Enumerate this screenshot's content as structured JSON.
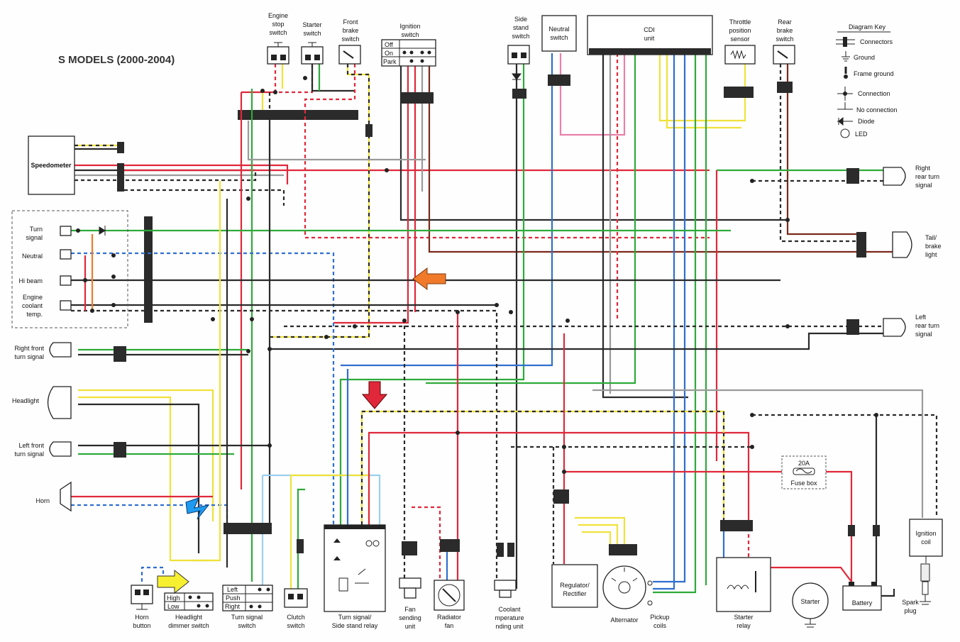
{
  "title": "S MODELS (2000-2004)",
  "components": {
    "speedometer": "Speedometer",
    "turn_signal": "Turn\nsignal",
    "neutral": "Neutral",
    "hi_beam": "Hi beam",
    "engine_coolant": "Engine\ncoolant\ntemp.",
    "right_front_turn": "Right front\nturn signal",
    "headlight": "Headlight",
    "left_front_turn": "Left front\nturn signal",
    "horn": "Horn",
    "engine_stop": "Engine\nstop\nswitch",
    "starter_switch": "Starter\nswitch",
    "front_brake": "Front\nbrake\nswitch",
    "ignition_switch": "Ignition\nswitch",
    "side_stand": "Side\nstand\nswitch",
    "neutral_switch": "Neutral\nswitch",
    "cdi": "CDI\nunit",
    "throttle": "Throttle\nposition\nsensor",
    "rear_brake": "Rear\nbrake\nswitch",
    "right_rear_turn": "Right\nrear turn\nsignal",
    "tail_brake": "Tail/\nbrake\nlight",
    "left_rear_turn": "Left\nrear turn\nsignal",
    "horn_button": "Horn\nbutton",
    "dimmer": "Headlight\ndimmer switch",
    "turn_switch": "Turn signal\nswitch",
    "clutch": "Clutch\nswitch",
    "relay": "Turn signal/\nSide stand relay",
    "fan_sending": "Fan\nsending\nunit",
    "radiator_fan": "Radiator\nfan",
    "coolant_sender": "Coolant\nmperature\nnding unit",
    "regulator": "Regulator/\nRectifier",
    "alternator": "Alternator",
    "pickup": "Pickup\ncoils",
    "starter_relay": "Starter\nrelay",
    "starter": "Starter",
    "battery": "Battery",
    "ignition_coil": "Ignition\ncoil",
    "spark_plug": "Spark\nplug",
    "fuse_value": "20A",
    "fuse_box": "Fuse box"
  },
  "ignition_positions": [
    "Off",
    "On",
    "Park"
  ],
  "dimmer_positions": [
    "High",
    "Low"
  ],
  "turn_positions": [
    "Left",
    "Push",
    "Right"
  ],
  "key": {
    "title": "Diagram Key",
    "items": [
      "Connectors",
      "Ground",
      "Frame ground",
      "Connection",
      "No connection",
      "Diode",
      "LED"
    ]
  },
  "colors": {
    "red": "#e0283a",
    "green": "#2eaa3a",
    "blue": "#2f6fd0",
    "black": "#2a2a2a",
    "yellow": "#f0e23a",
    "gray": "#9a9a9a",
    "brown": "#7a2a1a",
    "orange": "#f07a2a",
    "pink": "#e880a8",
    "lightblue": "#9ad0f0"
  }
}
